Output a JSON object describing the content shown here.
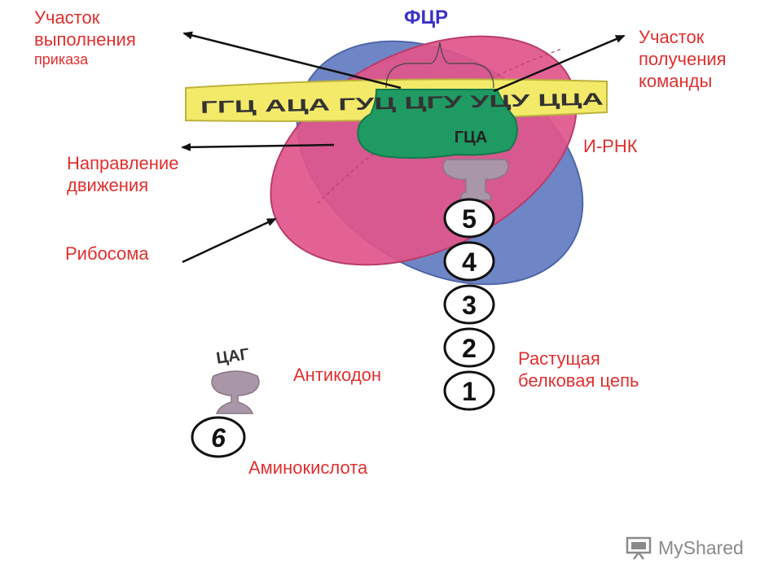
{
  "title": "ФЦР",
  "labels": {
    "execution_site": [
      "Участок",
      "выполнения",
      "приказа"
    ],
    "receive_site": [
      "Участок",
      "получения",
      "команды"
    ],
    "direction": [
      "Направление",
      "движения"
    ],
    "ribosome": "Рибосома",
    "mrna": "И-РНК",
    "anticodon": "Антикодон",
    "amino_acid": "Аминокислота",
    "growing_chain": [
      "Растущая",
      "белковая цепь"
    ]
  },
  "mrna_codons": "ГГЦ  АЦА  ГУЦ  ЦГУ  УЦУ  ЦЦА",
  "trna_bound_anticodon": "ГЦА",
  "trna_free_anticodon": "ЦАГ",
  "chain_numbers": [
    "5",
    "4",
    "3",
    "2",
    "1"
  ],
  "free_amino_acid_number": "6",
  "watermark": "MyShared",
  "colors": {
    "label_red": "#e0302f",
    "title_blue": "#3a32c8",
    "ribosome_blue": "#6f86c6",
    "ribosome_pink": "#e0568a",
    "mrna_yellow": "#f3ea6a",
    "site_green": "#1f9a62",
    "trna_mauve": "#a996a6"
  }
}
